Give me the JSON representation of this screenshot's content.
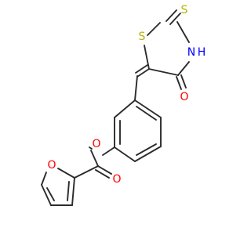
{
  "colors": {
    "carbon": "#2b2b2b",
    "oxygen": "#ff0000",
    "sulfur": "#b3b300",
    "nitrogen": "#0000ff"
  },
  "atoms": {
    "s_exo": "S",
    "s_ring": "S",
    "nh_n": "N",
    "nh_h": "H",
    "o_carbonyl_ring": "O",
    "o_ester": "O",
    "o_carbonyl_ester": "O",
    "o_furan": "O"
  }
}
